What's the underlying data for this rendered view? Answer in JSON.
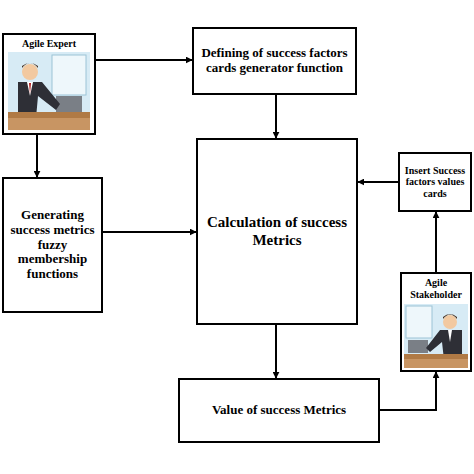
{
  "diagram": {
    "nodes": [
      {
        "text": [
          "Agile Expert"
        ]
      },
      {
        "text": [
          "Defining of success factors cards generator function"
        ]
      },
      {
        "text": [
          "Generating success metrics fuzzy membership functions"
        ]
      },
      {
        "text": [
          "Calculation of success Metrics"
        ]
      },
      {
        "text": [
          "Insert Success factors values cards"
        ]
      },
      {
        "text": [
          "Agile Stakeholder"
        ]
      },
      {
        "text": [
          "Value of success Metrics"
        ]
      }
    ],
    "edges": [
      {
        "from": 0,
        "to": 1,
        "arrow": "to"
      },
      {
        "from": 0,
        "to": 2,
        "arrow": "to"
      },
      {
        "from": 1,
        "to": 3,
        "arrow": "to"
      },
      {
        "from": 2,
        "to": 3,
        "arrow": "to"
      },
      {
        "from": 4,
        "to": 3,
        "arrow": "to"
      },
      {
        "from": 3,
        "to": 6,
        "arrow": "to"
      },
      {
        "from": 6,
        "to": 5,
        "arrow": "to"
      },
      {
        "from": 5,
        "to": 4,
        "arrow": "to"
      }
    ]
  }
}
